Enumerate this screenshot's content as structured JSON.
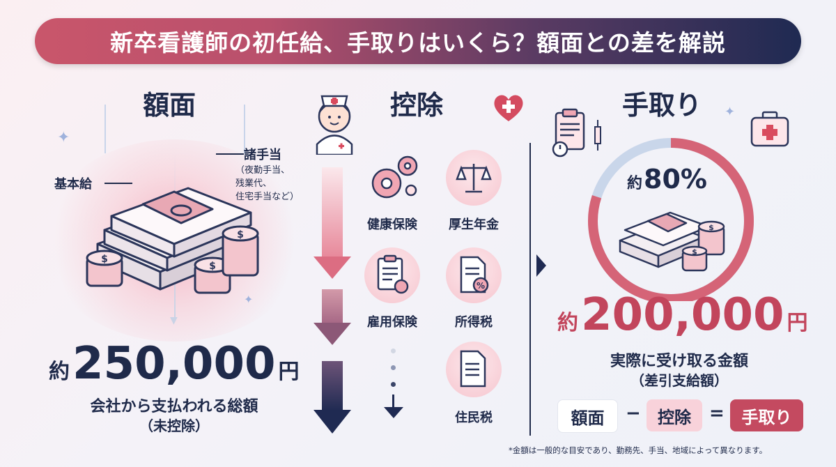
{
  "title": "新卒看護師の初任給、手取りはいくら？額面との差を解説",
  "gross": {
    "heading": "額面",
    "label_base": "基本給",
    "label_allowance": "諸手当",
    "allowance_note": [
      "（夜勤手当、",
      "残業代、",
      "住宅手当など）"
    ],
    "amount_prefix": "約",
    "amount": "250,000",
    "amount_unit": "円",
    "caption": "会社から支払われる総額",
    "caption_sub": "（未控除）"
  },
  "deduction": {
    "heading": "控除",
    "items": [
      "健康保険",
      "厚生年金",
      "雇用保険",
      "所得税",
      "住民税"
    ]
  },
  "net": {
    "heading": "手取り",
    "percent_prefix": "約",
    "percent": "80%",
    "percent_value": 0.8,
    "amount_prefix": "約",
    "amount": "200,000",
    "amount_unit": "円",
    "caption": "実際に受け取る金額",
    "caption_sub": "（差引支給額）"
  },
  "equation": {
    "a": "額面",
    "op1": "−",
    "b": "控除",
    "op2": "=",
    "c": "手取り"
  },
  "footnote": "*金額は一般的な目安であり、勤務先、手当、地域によって異なります。",
  "colors": {
    "navy": "#1f2a4a",
    "pink": "#c2455c",
    "rose": "#e07a8c",
    "lightPink": "#f9dce2"
  },
  "icons": [
    "nurse-icon",
    "heart-plus-icon",
    "clipboard-icon",
    "syringe-icon",
    "stopwatch-icon",
    "medical-kit-icon",
    "gears-icon",
    "scales-icon",
    "document-check-icon",
    "document-percent-icon",
    "document-icon",
    "money-stack-icon",
    "coin-stack-icon"
  ]
}
